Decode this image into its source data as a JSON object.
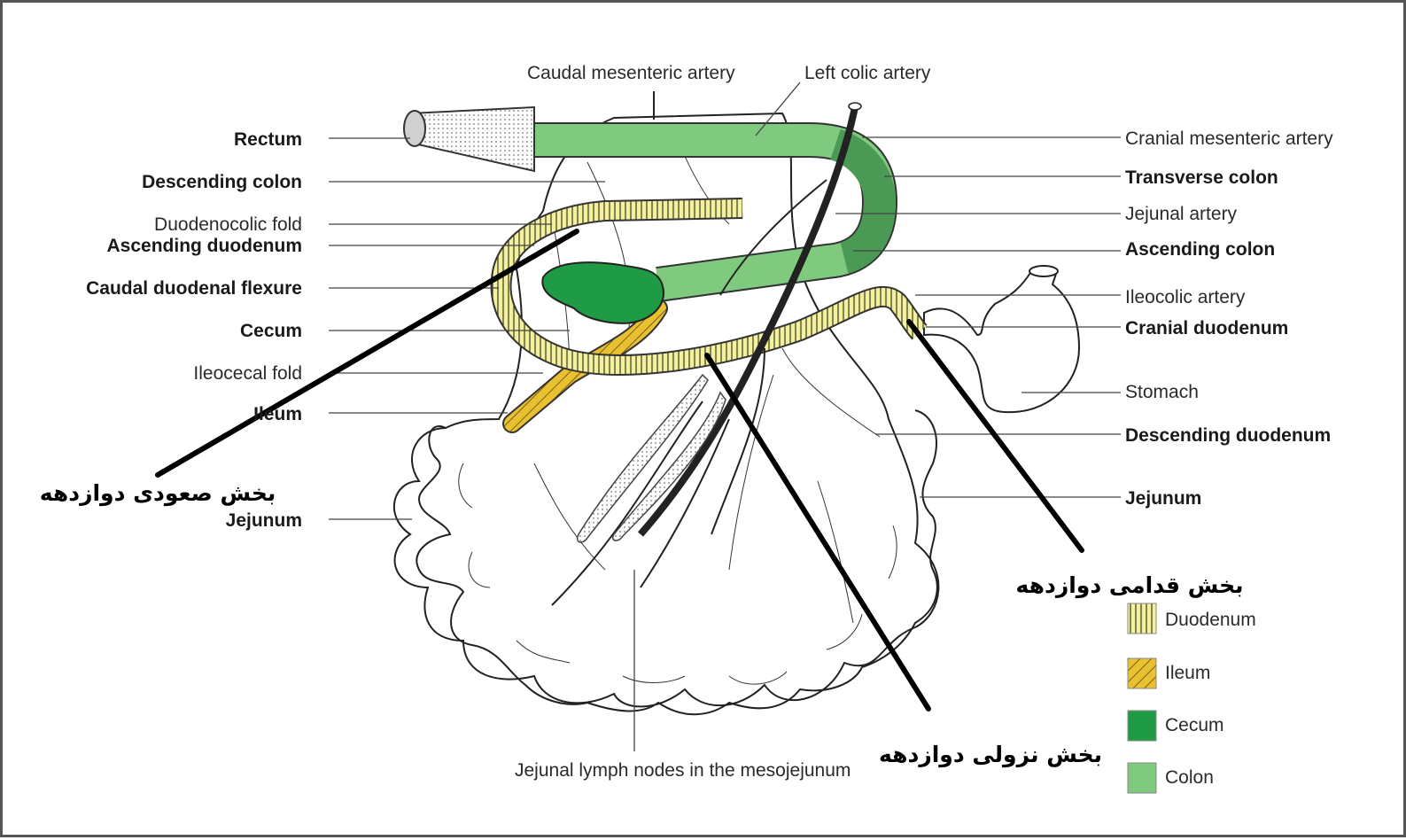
{
  "labels_left": [
    {
      "id": "rectum",
      "text": "Rectum",
      "bold": true
    },
    {
      "id": "descending-colon",
      "text": "Descending colon",
      "bold": true
    },
    {
      "id": "duodenocolic-fold",
      "text": "Duodenocolic fold",
      "bold": false
    },
    {
      "id": "ascending-duodenum",
      "text": "Ascending duodenum",
      "bold": true
    },
    {
      "id": "caudal-duodenal-flexure",
      "text": "Caudal duodenal flexure",
      "bold": true
    },
    {
      "id": "cecum",
      "text": "Cecum",
      "bold": true
    },
    {
      "id": "ileocecal-fold",
      "text": "Ileocecal fold",
      "bold": false
    },
    {
      "id": "ileum",
      "text": "Ileum",
      "bold": true
    },
    {
      "id": "jejunum-left",
      "text": "Jejunum",
      "bold": true
    }
  ],
  "labels_right": [
    {
      "id": "cranial-mesenteric-artery",
      "text": "Cranial mesenteric artery",
      "bold": false
    },
    {
      "id": "transverse-colon",
      "text": "Transverse colon",
      "bold": true
    },
    {
      "id": "jejunal-artery",
      "text": "Jejunal artery",
      "bold": false
    },
    {
      "id": "ascending-colon",
      "text": "Ascending colon",
      "bold": true
    },
    {
      "id": "ileocolic-artery",
      "text": "Ileocolic artery",
      "bold": false
    },
    {
      "id": "cranial-duodenum",
      "text": "Cranial duodenum",
      "bold": true
    },
    {
      "id": "stomach",
      "text": "Stomach",
      "bold": false
    },
    {
      "id": "descending-duodenum",
      "text": "Descending duodenum",
      "bold": true
    },
    {
      "id": "jejunum-right",
      "text": "Jejunum",
      "bold": true
    }
  ],
  "labels_top": [
    {
      "id": "caudal-mesenteric-artery",
      "text": "Caudal mesenteric artery"
    },
    {
      "id": "left-colic-artery",
      "text": "Left colic artery"
    }
  ],
  "label_bottom": "Jejunal lymph nodes in the mesojejunum",
  "persian_annotations": [
    {
      "id": "ascending-part",
      "text": "بخش صعودی دوازدهه"
    },
    {
      "id": "cranial-part",
      "text": "بخش قدامی دوازدهه"
    },
    {
      "id": "descending-part",
      "text": "بخش نزولی دوازدهه"
    }
  ],
  "legend": [
    {
      "id": "duodenum",
      "text": "Duodenum",
      "pattern": "vertical-stripes",
      "color": "#f3f0a0"
    },
    {
      "id": "ileum",
      "text": "Ileum",
      "pattern": "diagonal-stripes",
      "color": "#e8c030"
    },
    {
      "id": "cecum",
      "text": "Cecum",
      "pattern": "solid",
      "color": "#1f9b45"
    },
    {
      "id": "colon",
      "text": "Colon",
      "pattern": "solid",
      "color": "#7fca7f"
    }
  ],
  "colors": {
    "duodenum": "#f3f0a0",
    "ileum": "#e8c030",
    "cecum": "#1f9b45",
    "colon": "#7fca7f",
    "rectum": "#c8c8c8",
    "annotation_line": "#000000"
  }
}
